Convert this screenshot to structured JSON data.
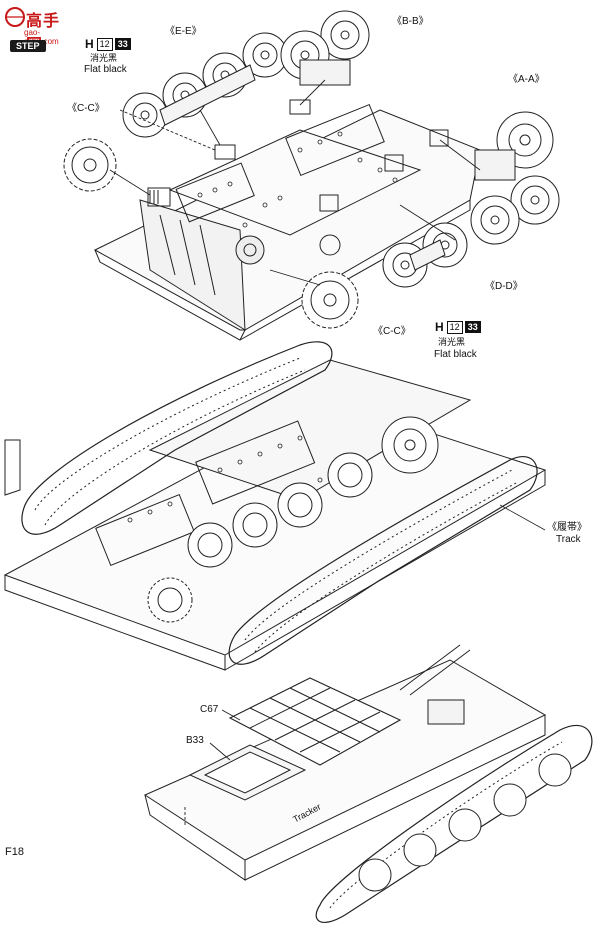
{
  "logo": {
    "title": "高手网",
    "subtitle": "gao-shou.com",
    "step_label": "STEP"
  },
  "callouts": {
    "ee": "《E-E》",
    "bb": "《B-B》",
    "aa": "《A-A》",
    "cc_left": "《C-C》",
    "cc_bottom": "《C-C》",
    "dd": "《D-D》"
  },
  "paint_top": {
    "letter": "H",
    "box": "12",
    "dark": "33",
    "cn": "消光黑",
    "en": "Flat black"
  },
  "paint_bottom": {
    "letter": "H",
    "box": "12",
    "dark": "33",
    "cn": "消光黑",
    "en": "Flat black"
  },
  "track": {
    "cn": "《履帯》",
    "en": "Track"
  },
  "parts": {
    "c67": "C67",
    "b33": "B33"
  },
  "decal_text": "Tracker",
  "page_number": "F18",
  "colors": {
    "ink": "#111111",
    "logo_red": "#c81818",
    "paper": "#ffffff"
  }
}
